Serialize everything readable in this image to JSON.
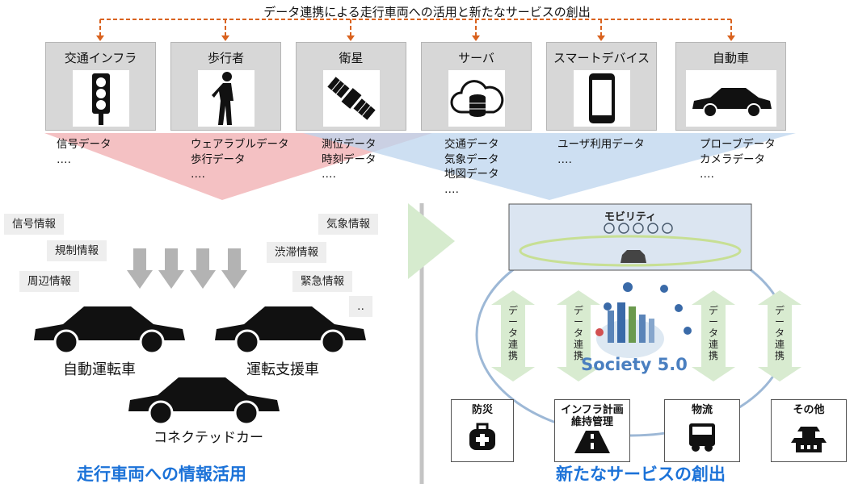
{
  "header": {
    "caption": "データ連携による走行車両への活用と新たなサービスの創出"
  },
  "sources": [
    {
      "label": "交通インフラ",
      "icon": "traffic-light-icon",
      "data": [
        "信号データ",
        "‥‥"
      ]
    },
    {
      "label": "歩行者",
      "icon": "pedestrian-icon",
      "data": [
        "ウェアラブルデータ",
        "歩行データ",
        "‥‥"
      ]
    },
    {
      "label": "衛星",
      "icon": "satellite-icon",
      "data": [
        "測位データ",
        "時刻データ",
        "‥‥"
      ]
    },
    {
      "label": "サーバ",
      "icon": "cloud-server-icon",
      "data": [
        "交通データ",
        "気象データ",
        "地図データ",
        "‥‥"
      ]
    },
    {
      "label": "スマートデバイス",
      "icon": "smartphone-icon",
      "data": [
        "ユーザ利用データ",
        "‥‥"
      ]
    },
    {
      "label": "自動車",
      "icon": "car-icon",
      "data": [
        "プローブデータ",
        "カメラデータ",
        "‥‥"
      ]
    }
  ],
  "left": {
    "info_items": [
      "信号情報",
      "規制情報",
      "周辺情報",
      "気象情報",
      "渋滞情報",
      "緊急情報",
      "‥"
    ],
    "cars": [
      "自動運転車",
      "運転支援車",
      "コネクテッドカー"
    ],
    "title": "走行車両への情報活用"
  },
  "right": {
    "mobility": "モビリティ",
    "data_link": "データ連携",
    "society": "Society 5.0",
    "services": [
      "防災",
      "インフラ計画",
      "維持管理",
      "物流",
      "その他"
    ],
    "title": "新たなサービスの創出"
  },
  "colors": {
    "accent_blue": "#1b72d8",
    "dashed_orange": "#d9621e",
    "left_fan": "#f2b6b9",
    "right_fan": "#bcd4ee",
    "arrow_green": "#d8ebd0"
  }
}
